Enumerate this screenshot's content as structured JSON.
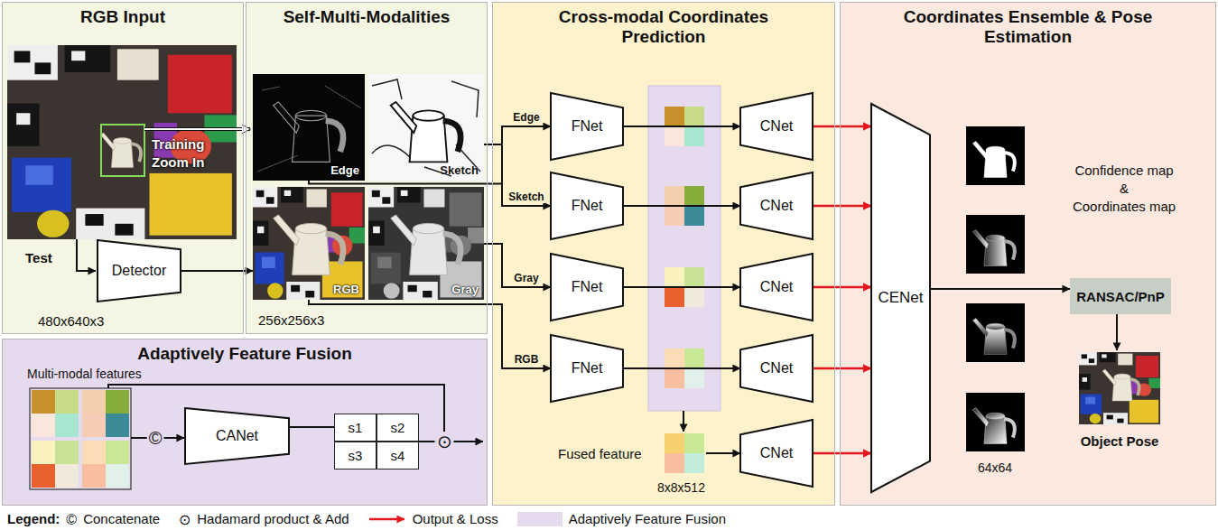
{
  "diagram": {
    "nodes": [
      {
        "text": [
          "RGB Input"
        ]
      },
      {
        "text": [
          "Detector"
        ],
        "in": 0
      },
      {
        "text": [
          "Self-Multi-Modalities"
        ]
      },
      {
        "text": [
          "Edge"
        ],
        "in": 2
      },
      {
        "text": [
          "Sketch"
        ],
        "in": 2
      },
      {
        "text": [
          "RGB"
        ],
        "in": 2
      },
      {
        "text": [
          "Gray"
        ],
        "in": 2
      },
      {
        "text": [
          "Cross-modal Coordinates Prediction"
        ]
      },
      {
        "text": [
          "FNet"
        ],
        "in": 7
      },
      {
        "text": [
          "FNet"
        ],
        "in": 7
      },
      {
        "text": [
          "FNet"
        ],
        "in": 7
      },
      {
        "text": [
          "FNet"
        ],
        "in": 7
      },
      {
        "text": [
          "CNet"
        ],
        "in": 7
      },
      {
        "text": [
          "CNet"
        ],
        "in": 7
      },
      {
        "text": [
          "CNet"
        ],
        "in": 7
      },
      {
        "text": [
          "CNet"
        ],
        "in": 7
      },
      {
        "text": [
          "Fused feature"
        ],
        "in": 7
      },
      {
        "text": [
          "CNet"
        ],
        "in": 7
      },
      {
        "text": [
          "Coordinates Ensemble & Pose Estimation"
        ]
      },
      {
        "text": [
          "CENet"
        ],
        "in": 18
      },
      {
        "text": [
          "RANSAC/PnP"
        ],
        "in": 18
      },
      {
        "text": [
          "Object Pose"
        ],
        "in": 18
      },
      {
        "text": [
          "Adaptively Feature Fusion"
        ]
      },
      {
        "text": [
          "CANet"
        ],
        "in": 22
      },
      {
        "text": [
          "s1"
        ],
        "in": 22
      },
      {
        "text": [
          "s2"
        ],
        "in": 22
      },
      {
        "text": [
          "s3"
        ],
        "in": 22
      },
      {
        "text": [
          "s4"
        ],
        "in": 22
      }
    ],
    "edges": [
      {
        "from": 1,
        "to": 5,
        "arrow": "to"
      },
      {
        "from": 3,
        "to": 8,
        "label": "Edge",
        "arrow": "to"
      },
      {
        "from": 4,
        "to": 9,
        "label": "Sketch",
        "arrow": "to"
      },
      {
        "from": 6,
        "to": 10,
        "label": "Gray",
        "arrow": "to"
      },
      {
        "from": 5,
        "to": 11,
        "label": "RGB",
        "arrow": "to"
      },
      {
        "from": 8,
        "to": 12,
        "arrow": "to"
      },
      {
        "from": 9,
        "to": 13,
        "arrow": "to"
      },
      {
        "from": 10,
        "to": 14,
        "arrow": "to"
      },
      {
        "from": 11,
        "to": 15,
        "arrow": "to"
      },
      {
        "from": 16,
        "to": 17,
        "arrow": "to"
      },
      {
        "from": 12,
        "to": 19,
        "arrow": "to"
      },
      {
        "from": 13,
        "to": 19,
        "arrow": "to"
      },
      {
        "from": 14,
        "to": 19,
        "arrow": "to"
      },
      {
        "from": 15,
        "to": 19,
        "arrow": "to"
      },
      {
        "from": 17,
        "to": 19,
        "arrow": "to"
      },
      {
        "from": 19,
        "to": 20,
        "arrow": "to"
      },
      {
        "from": 20,
        "to": 21,
        "arrow": "to"
      },
      {
        "from": 23,
        "to": 24,
        "arrow": "none"
      }
    ],
    "labels": [
      "Training Zoom In",
      "Test",
      "480x640x3",
      "256x256x3",
      "8x8x512",
      "Confidence map",
      "&",
      "Coordinates map",
      "64x64",
      "Multi-modal features",
      "©",
      "⊙",
      "Legend:",
      "©",
      "⊙"
    ],
    "legend": [
      {
        "text": "Concatenate"
      },
      {
        "text": "Hadamard product & Add"
      },
      {
        "text": "Output & Loss"
      },
      {
        "text": "Adaptively Feature Fusion",
        "color": "#e6dbee"
      }
    ]
  }
}
